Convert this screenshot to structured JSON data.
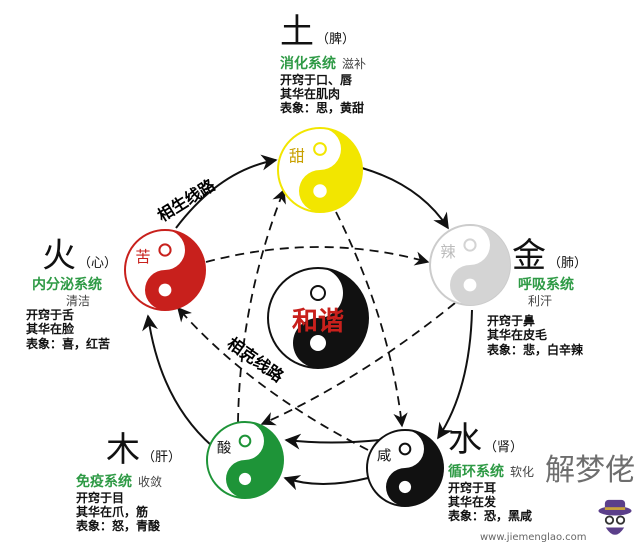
{
  "center": {
    "label": "和谐"
  },
  "route_labels": {
    "generating": "相生线路",
    "controlling": "相克线路"
  },
  "elements": [
    {
      "key": "earth",
      "name": "土",
      "organ": "（脾）",
      "system": "消化系统",
      "note": "滋补",
      "lines": [
        "开窍于口、唇",
        "其华在肌肉",
        "表象：思，黄甜"
      ],
      "taste": "甜",
      "color": "#f2e600"
    },
    {
      "key": "metal",
      "name": "金",
      "organ": "（肺）",
      "system": "呼吸系统",
      "note": "利汗",
      "lines": [
        "开窍于鼻",
        "其华在皮毛",
        "表象：悲，白辛辣"
      ],
      "taste": "辣",
      "color": "#d4d4d4"
    },
    {
      "key": "fire",
      "name": "火",
      "organ": "（心）",
      "system": "内分泌系统",
      "note": "清洁",
      "lines": [
        "开窍于舌",
        "其华在脸",
        "表象：喜，红苦"
      ],
      "taste": "苦",
      "color": "#c8201c"
    },
    {
      "key": "wood",
      "name": "木",
      "organ": "（肝）",
      "system": "免疫系统",
      "note": "收敛",
      "lines": [
        "开窍于目",
        "其华在爪，筋",
        "表象：怒，青酸"
      ],
      "taste": "酸",
      "color": "#1e9438"
    },
    {
      "key": "water",
      "name": "水",
      "organ": "（肾）",
      "system": "循环系统",
      "note": "软化",
      "lines": [
        "开窍于耳",
        "其华在发",
        "表象：恐，黑咸"
      ],
      "taste": "咸",
      "color": "#111111"
    }
  ],
  "watermark": {
    "brand": "解梦佬",
    "url": "www.jiemenglao.com"
  }
}
